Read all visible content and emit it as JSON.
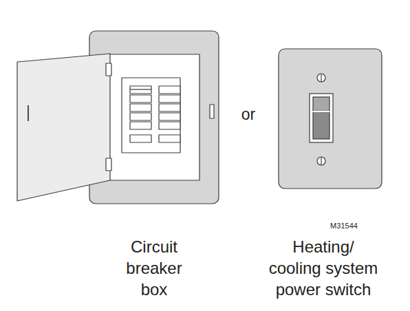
{
  "diagram": {
    "labels": [
      "or",
      "M31544",
      "Circuit breaker box",
      "Heating/ cooling system power switch"
    ]
  }
}
